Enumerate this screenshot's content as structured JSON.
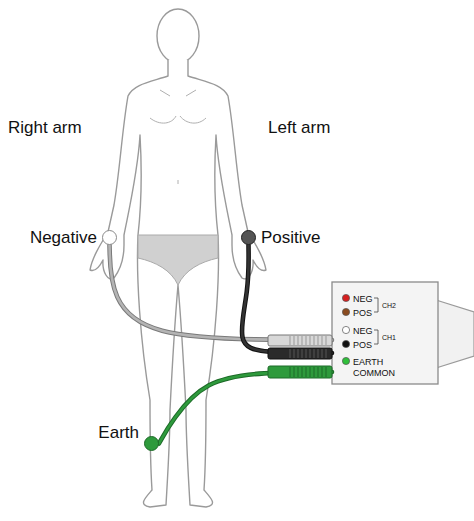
{
  "diagram": {
    "nodes": [
      {
        "text": [
          "Negative"
        ]
      },
      {
        "text": [
          "Positive"
        ]
      },
      {
        "text": [
          "Earth"
        ]
      },
      {
        "text": [
          "NEG",
          "POS",
          "CH2",
          "NEG",
          "POS",
          "CH1",
          "EARTH COMMON"
        ]
      }
    ],
    "edges": [
      {
        "from": 0,
        "to": 3,
        "arrow": "none"
      },
      {
        "from": 1,
        "to": 3,
        "arrow": "none"
      },
      {
        "from": 2,
        "to": 3,
        "arrow": "none"
      }
    ],
    "labels": [
      "Right arm",
      "Left arm"
    ]
  }
}
